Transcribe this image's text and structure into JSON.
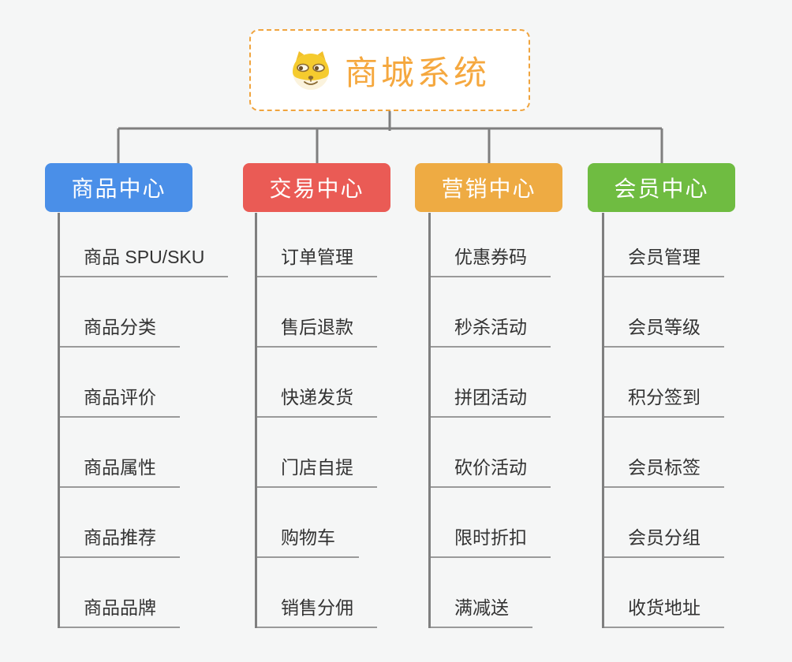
{
  "root": {
    "label": "商城系统",
    "icon": "doge-icon",
    "text_color": "#f5a83f",
    "border_color": "#f0a43e"
  },
  "colors": {
    "background": "#f5f6f6",
    "connector": "#7f7f7f",
    "child_underline": "#9a9a9a",
    "child_text": "#333333"
  },
  "branches": [
    {
      "label": "商品中心",
      "color": "#4a8fe8",
      "children": [
        "商品 SPU/SKU",
        "商品分类",
        "商品评价",
        "商品属性",
        "商品推荐",
        "商品品牌"
      ]
    },
    {
      "label": "交易中心",
      "color": "#ea5b55",
      "children": [
        "订单管理",
        "售后退款",
        "快递发货",
        "门店自提",
        "购物车",
        "销售分佣"
      ]
    },
    {
      "label": "营销中心",
      "color": "#eeab43",
      "children": [
        "优惠券码",
        "秒杀活动",
        "拼团活动",
        "砍价活动",
        "限时折扣",
        "满减送"
      ]
    },
    {
      "label": "会员中心",
      "color": "#6fbc41",
      "children": [
        "会员管理",
        "会员等级",
        "积分签到",
        "会员标签",
        "会员分组",
        "收货地址"
      ]
    }
  ]
}
